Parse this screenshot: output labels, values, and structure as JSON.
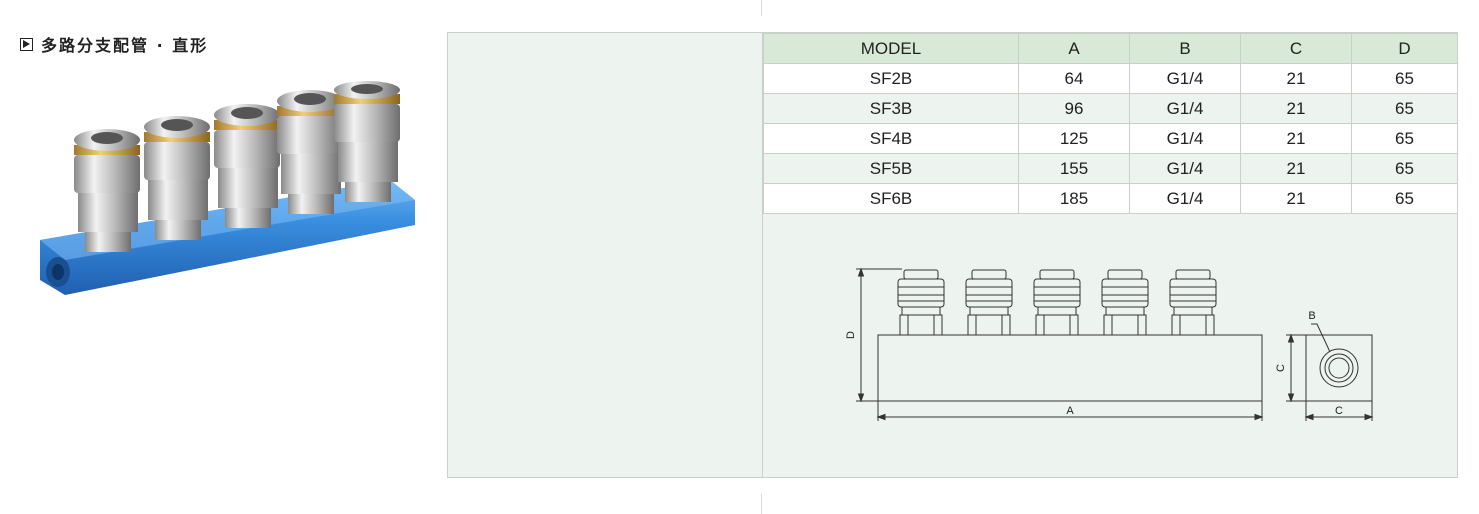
{
  "section": {
    "title": "多路分支配管 · 直形"
  },
  "table": {
    "headers": [
      "MODEL",
      "A",
      "B",
      "C",
      "D"
    ],
    "rows": [
      [
        "SF2B",
        "64",
        "G1/4",
        "21",
        "65"
      ],
      [
        "SF3B",
        "96",
        "G1/4",
        "21",
        "65"
      ],
      [
        "SF4B",
        "125",
        "G1/4",
        "21",
        "65"
      ],
      [
        "SF5B",
        "155",
        "G1/4",
        "21",
        "65"
      ],
      [
        "SF6B",
        "185",
        "G1/4",
        "21",
        "65"
      ]
    ]
  },
  "drawing": {
    "label_a": "A",
    "label_b": "B",
    "label_c_side": "C",
    "label_c_bottom": "C",
    "label_d": "D"
  },
  "colors": {
    "header_bg": "#d8ead7",
    "panel_bg": "#edf3ee",
    "border": "#c9cfc9",
    "manifold_blue": "#2f86d9"
  }
}
